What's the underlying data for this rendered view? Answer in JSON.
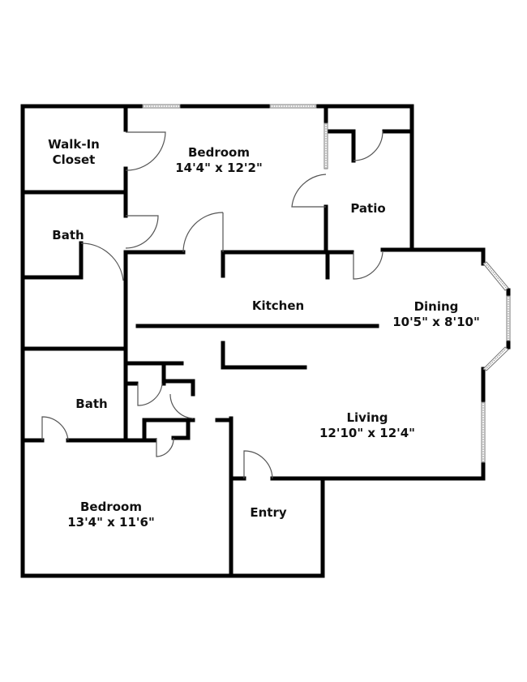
{
  "floorplan": {
    "rooms": [
      {
        "id": "walk-in-closet",
        "name": "Walk-In",
        "name2": "Closet",
        "dims": ""
      },
      {
        "id": "bedroom-1",
        "name": "Bedroom",
        "dims": "14'4\" x 12'2\""
      },
      {
        "id": "patio",
        "name": "Patio",
        "dims": ""
      },
      {
        "id": "bath-1",
        "name": "Bath",
        "dims": ""
      },
      {
        "id": "kitchen",
        "name": "Kitchen",
        "dims": ""
      },
      {
        "id": "dining",
        "name": "Dining",
        "dims": "10'5\" x 8'10\""
      },
      {
        "id": "bath-2",
        "name": "Bath",
        "dims": ""
      },
      {
        "id": "living",
        "name": "Living",
        "dims": "12'10\" x 12'4\""
      },
      {
        "id": "bedroom-2",
        "name": "Bedroom",
        "dims": "13'4\" x 11'6\""
      },
      {
        "id": "entry",
        "name": "Entry",
        "dims": ""
      }
    ],
    "colors": {
      "wall": "#000000",
      "background": "#ffffff",
      "window": "#999999"
    }
  }
}
